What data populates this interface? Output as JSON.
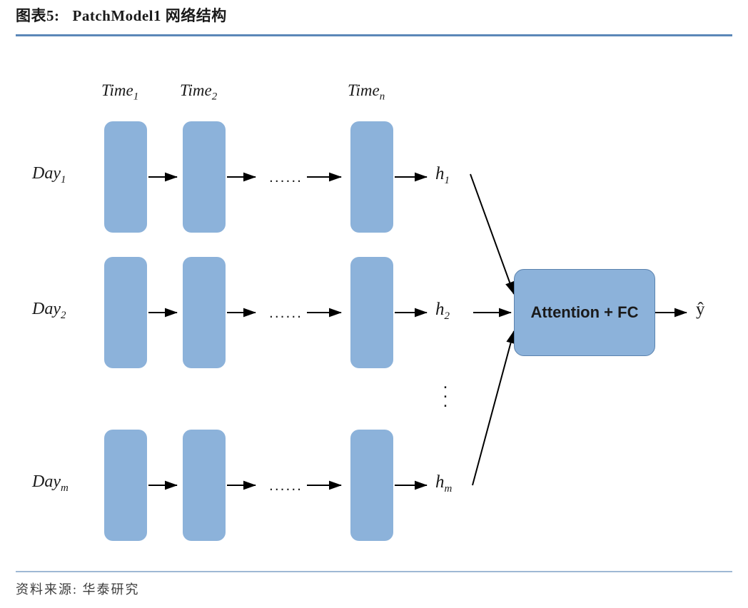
{
  "header": {
    "exhibit_label": "图表5:",
    "title": "PatchModel1 网络结构"
  },
  "source": {
    "text": "资料来源: 华泰研究"
  },
  "colors": {
    "box_fill": "#8cb2da",
    "box_stroke": "#5a82ad",
    "rule_accent": "#5b87b8",
    "rule_light": "#9fb8d4",
    "arrow": "#000000"
  },
  "diagram": {
    "type": "network-architecture",
    "time_labels": [
      {
        "base": "Time",
        "sub": "1"
      },
      {
        "base": "Time",
        "sub": "2"
      },
      {
        "base": "Time",
        "sub": "n"
      }
    ],
    "day_labels": [
      {
        "base": "Day",
        "sub": "1"
      },
      {
        "base": "Day",
        "sub": "2"
      },
      {
        "base": "Day",
        "sub": "m"
      }
    ],
    "hidden_labels": [
      {
        "base": "h",
        "sub": "1"
      },
      {
        "base": "h",
        "sub": "2"
      },
      {
        "base": "h",
        "sub": "m"
      }
    ],
    "row_ellipsis": "......",
    "column_ellipsis": "⋮",
    "attention_block": "Attention + FC",
    "output_label": "ŷ",
    "rows": 3,
    "columns_per_row": 3
  }
}
